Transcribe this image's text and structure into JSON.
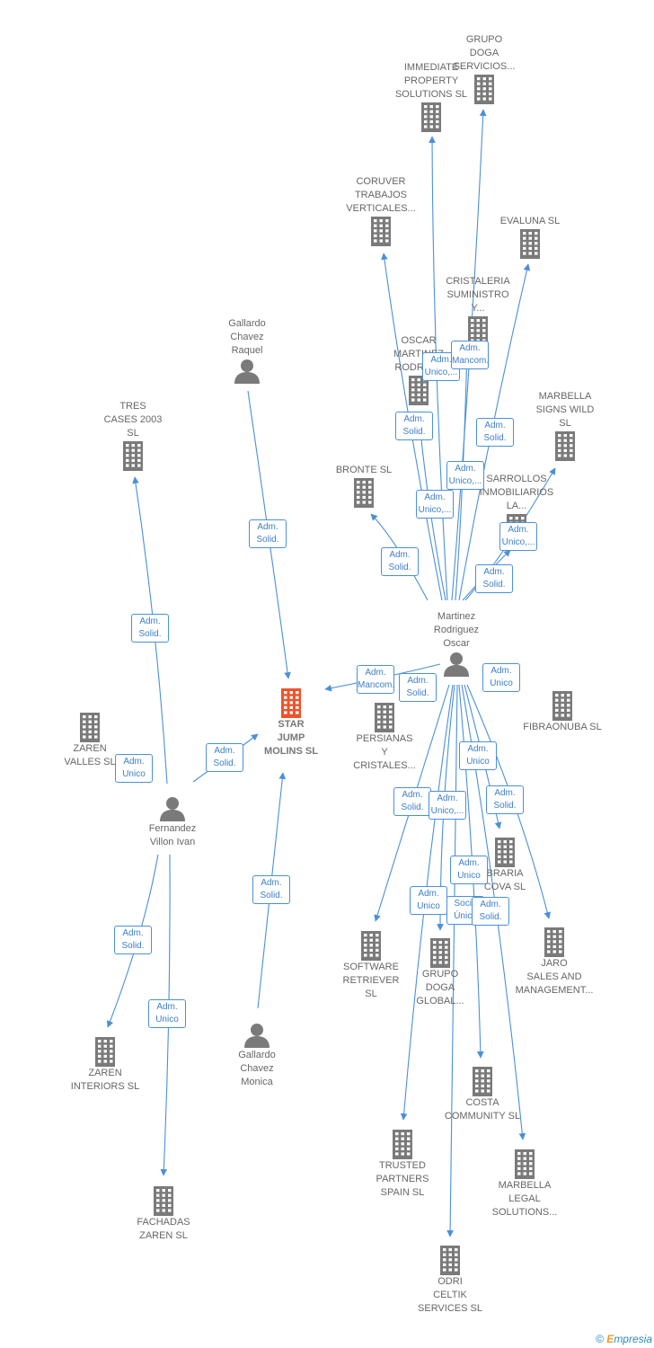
{
  "nodes": [
    {
      "id": "star",
      "type": "company",
      "label": "STAR\nJUMP\nMOLINS  SL",
      "focus": true
    },
    {
      "id": "p_gallardo_raquel",
      "type": "person",
      "label": "Gallardo\nChavez\nRaquel"
    },
    {
      "id": "p_gallardo_monica",
      "type": "person",
      "label": "Gallardo\nChavez\nMonica"
    },
    {
      "id": "p_fernandez",
      "type": "person",
      "label": "Fernandez\nVillon Ivan"
    },
    {
      "id": "p_martinez",
      "type": "person",
      "label": "Martinez\nRodriguez\nOscar"
    },
    {
      "id": "c_tres_cases",
      "type": "company",
      "label": "TRES\nCASES 2003\nSL"
    },
    {
      "id": "c_zaren_valles",
      "type": "company",
      "label": "ZAREN\nVALLES SL"
    },
    {
      "id": "c_zaren_interiors",
      "type": "company",
      "label": "ZAREN\nINTERIORS  SL"
    },
    {
      "id": "c_fachadas",
      "type": "company",
      "label": "FACHADAS\nZAREN SL"
    },
    {
      "id": "c_immediate",
      "type": "company",
      "label": "IMMEDIATE\nPROPERTY\nSOLUTIONS SL"
    },
    {
      "id": "c_grupo_doga_serv",
      "type": "company",
      "label": "GRUPO\nDOGA\nSERVICIOS..."
    },
    {
      "id": "c_coruver",
      "type": "company",
      "label": "CORUVER\nTRABAJOS\nVERTICALES..."
    },
    {
      "id": "c_evaluna",
      "type": "company",
      "label": "EVALUNA  SL"
    },
    {
      "id": "c_cristaleria",
      "type": "company",
      "label": "CRISTALERIA\nSUMINISTRO\nY..."
    },
    {
      "id": "c_oscar_martinez",
      "type": "company",
      "label": "OSCAR\nMARTINEZ\nRODRIG..."
    },
    {
      "id": "c_marbella_signs",
      "type": "company",
      "label": "MARBELLA\nSIGNS WILD\nSL"
    },
    {
      "id": "c_bronte",
      "type": "company",
      "label": "BRONTE SL"
    },
    {
      "id": "c_desarrollos",
      "type": "company",
      "label": "SARROLLOS\nINMOBILIARIOS\nLA..."
    },
    {
      "id": "c_persianas",
      "type": "company",
      "label": "PERSIANAS\nY\nCRISTALES..."
    },
    {
      "id": "c_fibraonuba",
      "type": "company",
      "label": "FIBRAONUBA SL"
    },
    {
      "id": "c_fibraria",
      "type": "company",
      "label": "BRARIA\nCOVA  SL"
    },
    {
      "id": "c_software",
      "type": "company",
      "label": "SOFTWARE\nRETRIEVER\nSL"
    },
    {
      "id": "c_grupo_doga_global",
      "type": "company",
      "label": "GRUPO\nDOGA\nGLOBAL..."
    },
    {
      "id": "c_jaro",
      "type": "company",
      "label": "JARO\nSALES AND\nMANAGEMENT..."
    },
    {
      "id": "c_costa",
      "type": "company",
      "label": "COSTA\nCOMMUNITY SL"
    },
    {
      "id": "c_trusted",
      "type": "company",
      "label": "TRUSTED\nPARTNERS\nSPAIN  SL"
    },
    {
      "id": "c_marbella_legal",
      "type": "company",
      "label": "MARBELLA\nLEGAL\nSOLUTIONS..."
    },
    {
      "id": "c_odri",
      "type": "company",
      "label": "ODRI\nCELTIK\nSERVICES  SL"
    }
  ],
  "badges": [
    "Adm.\nSolid.",
    "Adm.\nSolid.",
    "Adm.\nSolid.",
    "Adm.\nUnico",
    "Adm.\nSolid.",
    "Adm.\nUnico",
    "Adm.\nSolid.",
    "Adm.\nMancom.",
    "Adm.\nUnico,...",
    "Adm.\nSolid.",
    "Adm.\nMancom.",
    "Adm.\nUnico,...",
    "Adm.\nSolid.",
    "Adm.\nUnico,...",
    "Adm.\nUnico,...",
    "Adm.\nSolid.",
    "Adm.\nSolid.",
    "Adm.\nSolid.",
    "Adm.\nUnico",
    "Adm.\nSolid.",
    "Adm.\nUnico",
    "Adm.\nUnico,...",
    "Adm.\nSolid.",
    "Adm.\nUnico",
    "Adm.\nUnico",
    "Socio\nÚnico",
    "Adm.\nSolid."
  ],
  "colors": {
    "edge": "#4a90d9",
    "company_icon": "#7a7a7a",
    "focus_icon": "#f0522a",
    "person_icon": "#7a7a7a"
  },
  "footer": {
    "copyright": "©",
    "brand_initial": "E",
    "brand_rest": "mpresia"
  }
}
